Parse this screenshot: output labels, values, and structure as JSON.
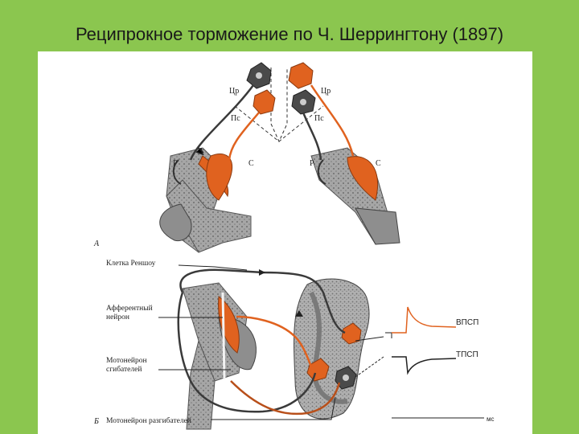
{
  "title": "Реципрокное торможение по  Ч. Шеррингтону (1897)",
  "panel_a": {
    "letter": "А",
    "left": {
      "cr": "Цр",
      "pc": "Пс",
      "r": "Р",
      "c": "С"
    },
    "right": {
      "cr": "Цр",
      "pc": "Пс",
      "r": "Р",
      "c": "С"
    }
  },
  "panel_b": {
    "letter": "Б",
    "labels": {
      "renshaw": "Клетка Реншоу",
      "afferent_1": "Афферентный",
      "afferent_2": "нейрон",
      "flexor_1": "Мотонейрон",
      "flexor_2": "сгибателей",
      "extensor": "Мотонейрон разгибателей"
    },
    "traces": {
      "epsp": "ВПСП",
      "ipsp": "ТПСП",
      "unit": "мс"
    }
  },
  "colors": {
    "background": "#8bc64f",
    "orange": "#e0621f",
    "dark": "#3a3a3a",
    "bone": "#9a9a9a"
  }
}
